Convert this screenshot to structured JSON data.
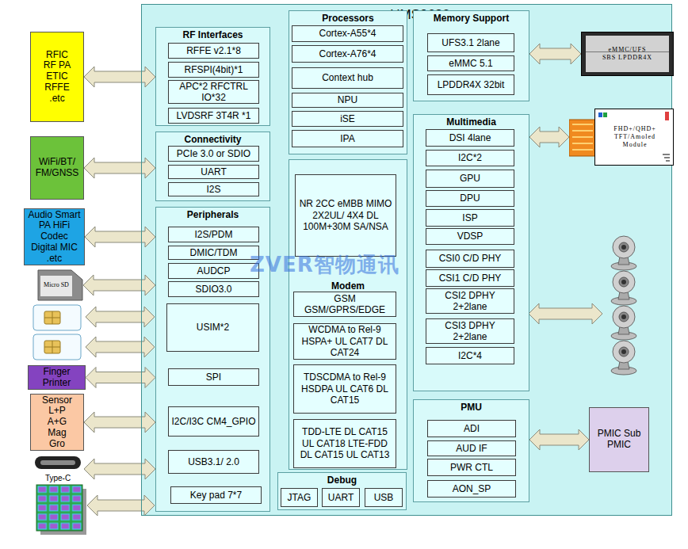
{
  "diagram": {
    "nodes": [
      {
        "text": [
          "UMS9620"
        ]
      },
      {
        "text": [
          "RF Interfaces"
        ],
        "in": 0
      },
      {
        "text": [
          "RFFE v2.1*8"
        ],
        "in": 1
      },
      {
        "text": [
          "RFSPI(4bit)*1"
        ],
        "in": 1
      },
      {
        "text": [
          "APC*2 RFCTRL IO*32"
        ],
        "in": 1
      },
      {
        "text": [
          "LVDSRF 3T4R *1"
        ],
        "in": 1
      },
      {
        "text": [
          "Connectivity"
        ],
        "in": 0
      },
      {
        "text": [
          "PCIe 3.0 or SDIO"
        ],
        "in": 6
      },
      {
        "text": [
          "UART"
        ],
        "in": 6
      },
      {
        "text": [
          "I2S"
        ],
        "in": 6
      },
      {
        "text": [
          "Peripherals"
        ],
        "in": 0
      },
      {
        "text": [
          "I2S/PDM"
        ],
        "in": 10
      },
      {
        "text": [
          "DMIC/TDM"
        ],
        "in": 10
      },
      {
        "text": [
          "AUDCP"
        ],
        "in": 10
      },
      {
        "text": [
          "SDIO3.0"
        ],
        "in": 10
      },
      {
        "text": [
          "USIM*2"
        ],
        "in": 10
      },
      {
        "text": [
          "SPI"
        ],
        "in": 10
      },
      {
        "text": [
          "I2C/I3C CM4_GPIO"
        ],
        "in": 10
      },
      {
        "text": [
          "USB3.1/ 2.0"
        ],
        "in": 10
      },
      {
        "text": [
          "Key pad 7*7"
        ],
        "in": 10
      },
      {
        "text": [
          "Processors"
        ],
        "in": 0
      },
      {
        "text": [
          "Cortex-A55*4"
        ],
        "in": 20
      },
      {
        "text": [
          "Cortex-A76*4"
        ],
        "in": 20
      },
      {
        "text": [
          "Context hub"
        ],
        "in": 20
      },
      {
        "text": [
          "NPU"
        ],
        "in": 20
      },
      {
        "text": [
          "iSE"
        ],
        "in": 20
      },
      {
        "text": [
          "IPA"
        ],
        "in": 20
      },
      {
        "text": [
          "Modem"
        ],
        "in": 0
      },
      {
        "text": [
          "NR 2CC eMBB MIMO 2X2UL/ 4X4 DL 100M+30M SA/NSA"
        ],
        "in": 27
      },
      {
        "text": [
          "GSM GSM/GPRS/EDGE"
        ],
        "in": 27
      },
      {
        "text": [
          "WCDMA to Rel-9 HSPA+ UL CAT7 DL CAT24"
        ],
        "in": 27
      },
      {
        "text": [
          "TDSCDMA to Rel-9 HSDPA UL CAT6 DL CAT15"
        ],
        "in": 27
      },
      {
        "text": [
          "TDD-LTE DL CAT15 UL CAT18 LTE-FDD DL CAT15 UL CAT13"
        ],
        "in": 27
      },
      {
        "text": [
          "Debug"
        ],
        "in": 0
      },
      {
        "text": [
          "JTAG"
        ],
        "in": 33
      },
      {
        "text": [
          "UART"
        ],
        "in": 33
      },
      {
        "text": [
          "USB"
        ],
        "in": 33
      },
      {
        "text": [
          "Memory Support"
        ],
        "in": 0
      },
      {
        "text": [
          "UFS3.1 2lane"
        ],
        "in": 37
      },
      {
        "text": [
          "eMMC 5.1"
        ],
        "in": 37
      },
      {
        "text": [
          "LPDDR4X 32bit"
        ],
        "in": 37
      },
      {
        "text": [
          "Multimedia"
        ],
        "in": 0
      },
      {
        "text": [
          "DSI 4lane"
        ],
        "in": 41
      },
      {
        "text": [
          "I2C*2"
        ],
        "in": 41
      },
      {
        "text": [
          "GPU"
        ],
        "in": 41
      },
      {
        "text": [
          "DPU"
        ],
        "in": 41
      },
      {
        "text": [
          "ISP"
        ],
        "in": 41
      },
      {
        "text": [
          "VDSP"
        ],
        "in": 41
      },
      {
        "text": [
          "CSI0 C/D PHY"
        ],
        "in": 41
      },
      {
        "text": [
          "CSI1 C/D PHY"
        ],
        "in": 41
      },
      {
        "text": [
          "CSI2 DPHY 2+2lane"
        ],
        "in": 41
      },
      {
        "text": [
          "CSI3 DPHY 2+2lane"
        ],
        "in": 41
      },
      {
        "text": [
          "I2C*4"
        ],
        "in": 41
      },
      {
        "text": [
          "PMU"
        ],
        "in": 0
      },
      {
        "text": [
          "ADI"
        ],
        "in": 53
      },
      {
        "text": [
          "AUD IF"
        ],
        "in": 53
      },
      {
        "text": [
          "PWR CTL"
        ],
        "in": 53
      },
      {
        "text": [
          "AON_SP"
        ],
        "in": 53
      },
      {
        "text": [
          "RFIC RF PA ETIC RFFE .etc"
        ]
      },
      {
        "text": [
          "WiFi/BT/ FM/GNSS"
        ]
      },
      {
        "text": [
          "Audio Smart PA HiFi Codec Digital MIC .etc"
        ]
      },
      {
        "text": [
          "Micro SD"
        ]
      },
      {
        "text": [
          "Finger Printer"
        ]
      },
      {
        "text": [
          "Sensor L+P A+G Mag Gro"
        ]
      },
      {
        "text": [
          "Type-C"
        ]
      },
      {
        "text": [
          "eMMC/UFS",
          "SBS LPDDR4X"
        ]
      },
      {
        "text": [
          "FHD+/QHD+ TFT/Amoled Module"
        ]
      },
      {
        "text": [
          "PMIC Sub PMIC"
        ]
      }
    ],
    "edges": [
      {
        "from": 58,
        "to": 1,
        "arrow": "both"
      },
      {
        "from": 59,
        "to": 6,
        "arrow": "both"
      },
      {
        "from": 60,
        "to": 10,
        "arrow": "both"
      },
      {
        "from": 61,
        "to": 10,
        "arrow": "both"
      },
      {
        "from": 62,
        "to": 10,
        "arrow": "both"
      },
      {
        "from": 63,
        "to": 10,
        "arrow": "both"
      },
      {
        "from": 64,
        "to": 10,
        "arrow": "both"
      },
      {
        "from": 65,
        "to": 37,
        "arrow": "both"
      },
      {
        "from": 66,
        "to": 41,
        "arrow": "both"
      },
      {
        "from": 67,
        "to": 53,
        "arrow": "both"
      }
    ],
    "labels": [
      "ZVER智物通讯"
    ]
  }
}
